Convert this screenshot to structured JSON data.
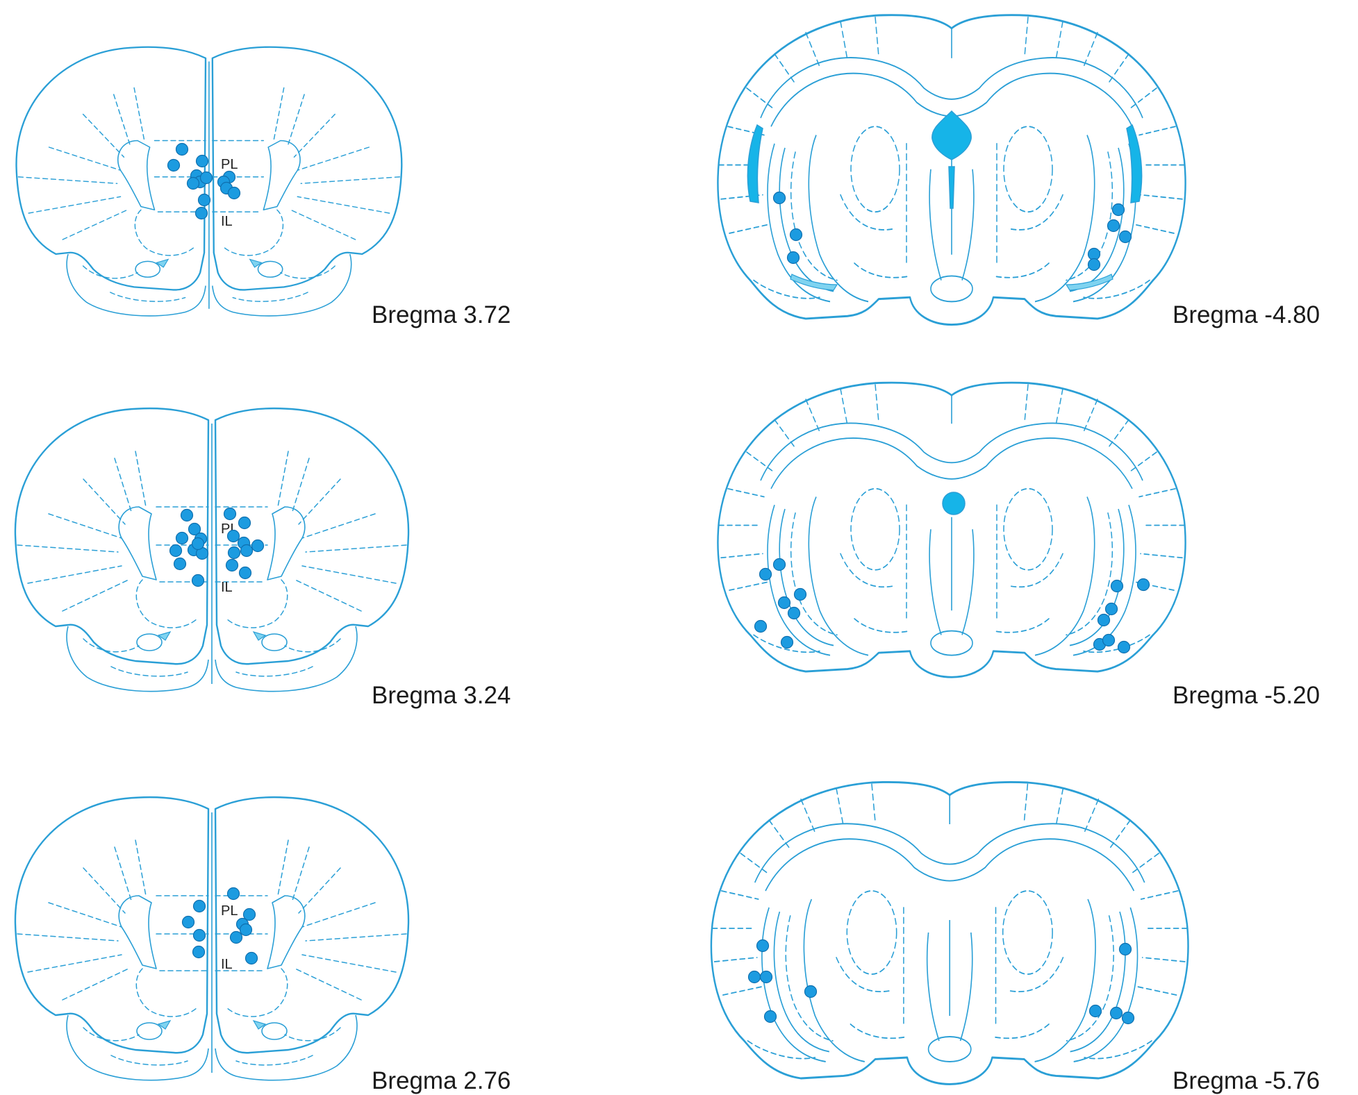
{
  "panels": [
    {
      "id": "p1",
      "label": "Bregma 3.72",
      "type": "frontal",
      "regions": [
        "PL",
        "IL"
      ],
      "dots": [
        [
          262,
          215
        ],
        [
          250,
          238
        ],
        [
          291,
          232
        ],
        [
          283,
          253
        ],
        [
          288,
          262
        ],
        [
          297,
          256
        ],
        [
          278,
          264
        ],
        [
          330,
          255
        ],
        [
          322,
          262
        ],
        [
          326,
          271
        ],
        [
          337,
          278
        ],
        [
          294,
          288
        ],
        [
          290,
          307
        ]
      ]
    },
    {
      "id": "p2",
      "label": "Bregma 3.24",
      "type": "frontal",
      "regions": [
        "PL",
        "IL"
      ],
      "dots": [
        [
          269,
          742
        ],
        [
          280,
          762
        ],
        [
          262,
          775
        ],
        [
          289,
          776
        ],
        [
          253,
          793
        ],
        [
          279,
          792
        ],
        [
          291,
          797
        ],
        [
          285,
          783
        ],
        [
          259,
          812
        ],
        [
          285,
          836
        ],
        [
          331,
          740
        ],
        [
          352,
          753
        ],
        [
          336,
          772
        ],
        [
          351,
          782
        ],
        [
          355,
          793
        ],
        [
          337,
          796
        ],
        [
          334,
          814
        ],
        [
          353,
          825
        ],
        [
          371,
          786
        ]
      ]
    },
    {
      "id": "p3",
      "label": "Bregma 2.76",
      "type": "frontal",
      "regions": [
        "PL",
        "IL"
      ],
      "dots": [
        [
          287,
          1305
        ],
        [
          336,
          1287
        ],
        [
          359,
          1317
        ],
        [
          349,
          1331
        ],
        [
          354,
          1339
        ],
        [
          271,
          1328
        ],
        [
          287,
          1347
        ],
        [
          340,
          1350
        ],
        [
          286,
          1371
        ],
        [
          362,
          1380
        ]
      ]
    },
    {
      "id": "p4",
      "label": "Bregma -4.80",
      "type": "hippo",
      "dots": [
        [
          1122,
          285
        ],
        [
          1146,
          338
        ],
        [
          1142,
          371
        ],
        [
          1610,
          302
        ],
        [
          1603,
          325
        ],
        [
          1620,
          341
        ],
        [
          1575,
          366
        ],
        [
          1575,
          381
        ]
      ]
    },
    {
      "id": "p5",
      "label": "Bregma -5.20",
      "type": "hippo",
      "dots": [
        [
          1122,
          813
        ],
        [
          1102,
          827
        ],
        [
          1152,
          856
        ],
        [
          1129,
          868
        ],
        [
          1143,
          883
        ],
        [
          1095,
          902
        ],
        [
          1133,
          925
        ],
        [
          1646,
          842
        ],
        [
          1608,
          844
        ],
        [
          1600,
          877
        ],
        [
          1589,
          893
        ],
        [
          1583,
          928
        ],
        [
          1596,
          922
        ],
        [
          1618,
          932
        ]
      ]
    },
    {
      "id": "p6",
      "label": "Bregma -5.76",
      "type": "hippo",
      "dots": [
        [
          1098,
          1362
        ],
        [
          1086,
          1407
        ],
        [
          1103,
          1407
        ],
        [
          1167,
          1428
        ],
        [
          1109,
          1464
        ],
        [
          1620,
          1367
        ],
        [
          1577,
          1456
        ],
        [
          1607,
          1459
        ],
        [
          1624,
          1466
        ]
      ]
    }
  ]
}
